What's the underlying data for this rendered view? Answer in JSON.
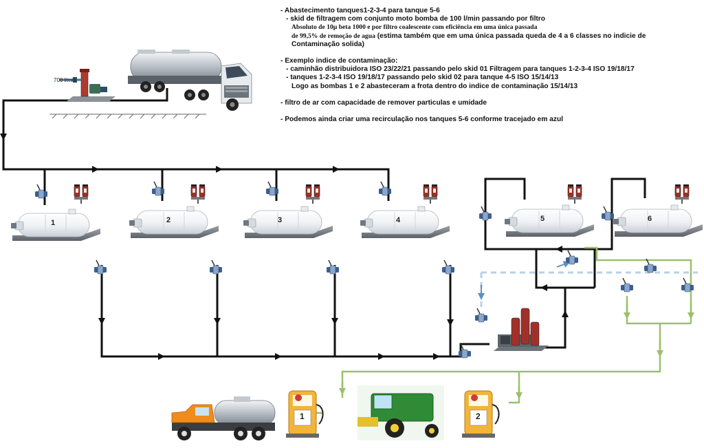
{
  "notes": {
    "line1": "- Abastecimento tanques1-2-3-4 para tanque 5-6",
    "line2": "- skid de filtragem com conjunto moto bomba de 100 l/min passando por filtro",
    "line3": "Absoluto de 10µ beta 1000 e por filtro coalescente com eficiência em uma única passada",
    "line4a": "de 99,5% de remoção de agua",
    "line4b": " (estima também que em uma única passada queda de 4 a 6 classes no indicie de",
    "line5": "Contaminação solida)",
    "line6": "- Exemplo indice de contaminação:",
    "line7": "- caminhão distribuidora ISO 23/22/21 passando pelo skid 01 Filtragem para tanques 1-2-3-4 ISO 19/18/17",
    "line8": "- tanques 1-2-3-4  ISO 19/18/17 passando pelo skid 02 para tanque 4-5 ISO 15/14/13",
    "line9": "Logo as bombas 1 e 2 abasteceram a frota dentro do indice de contaminação 15/14/13",
    "line10": "- filtro de ar com capacidade de remover particulas e umidade",
    "line11": "- Podemos ainda criar uma recirculação nos tanques 5-6 conforme tracejado em azul"
  },
  "flow_label": "700 l/min",
  "tanks": [
    "1",
    "2",
    "3",
    "4",
    "5",
    "6"
  ],
  "pumps": [
    "1",
    "2"
  ],
  "colors": {
    "main_line": "#111111",
    "green_line": "#9cc06a",
    "blue_dashed": "#b9cfe6",
    "tank_body": "#f4f6f8",
    "skid_red": "#c0392b"
  }
}
